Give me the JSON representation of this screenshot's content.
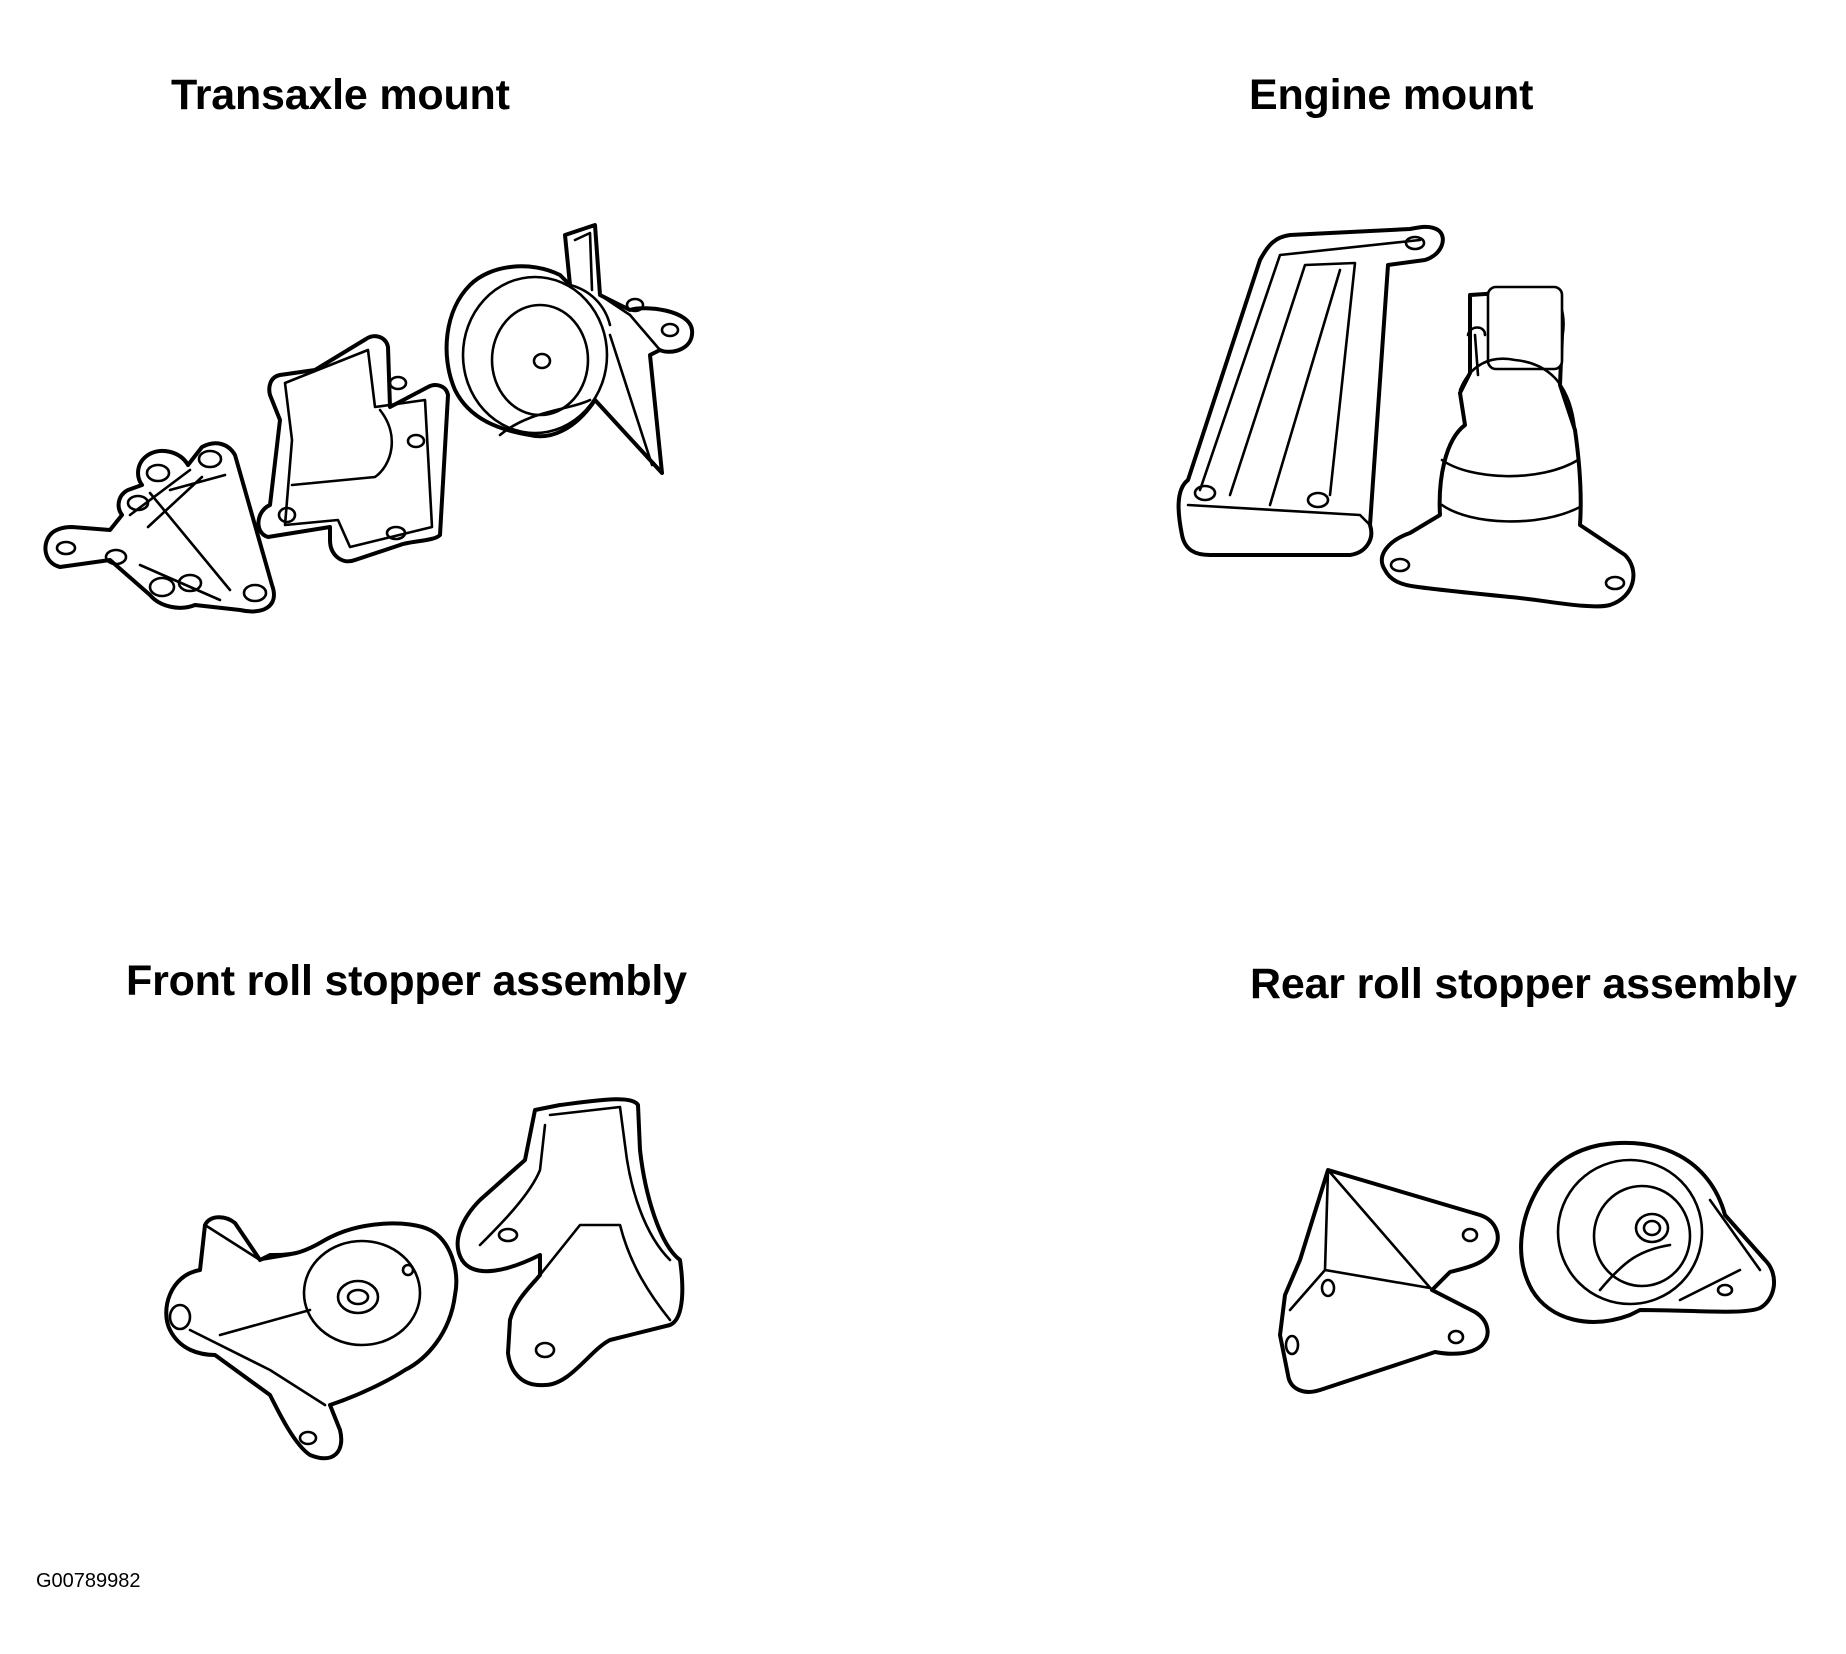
{
  "labels": {
    "transaxle_mount": "Transaxle mount",
    "engine_mount": "Engine mount",
    "front_roll_stopper": "Front roll stopper assembly",
    "rear_roll_stopper": "Rear roll stopper assembly"
  },
  "figure_code": "G00789982"
}
